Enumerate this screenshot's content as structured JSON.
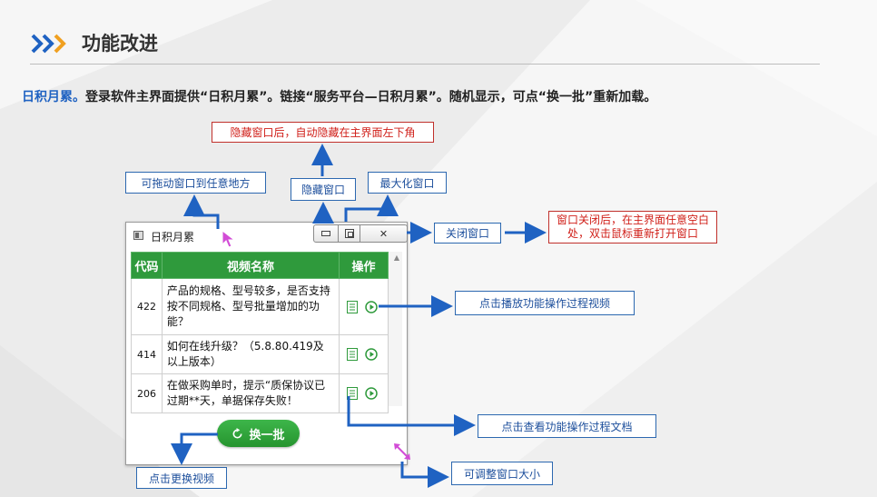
{
  "header": {
    "title": "功能改进",
    "chevron_icon": "double-chevron-right-icon",
    "accent_color": "#1f62c2"
  },
  "intro": {
    "lead": "日积月累。",
    "text": "登录软件主界面提供“日积月累”。链接“服务平台—日积月累”。随机显示，可点“换一批”重新加载。"
  },
  "callouts": {
    "hide_auto": "隐藏窗口后，自动隐藏在主界面左下角",
    "drag": "可拖动窗口到任意地方",
    "hide": "隐藏窗口",
    "maximize": "最大化窗口",
    "close": "关闭窗口",
    "reopen": "窗口关闭后，在主界面任意空白处，双击鼠标重新打开窗口",
    "play": "点击播放功能操作过程视频",
    "doc": "点击查看功能操作过程文档",
    "refresh": "点击更换视频",
    "resize": "可调整窗口大小"
  },
  "window": {
    "title": "日积月累",
    "columns": [
      "代码",
      "视频名称",
      "操作"
    ],
    "rows": [
      {
        "code": "422",
        "name": "产品的规格、型号较多，是否支持按不同规格、型号批量增加的功能？"
      },
      {
        "code": "414",
        "name": "如何在线升级？（5.8.80.419及以上版本）"
      },
      {
        "code": "206",
        "name": "在做采购单时，提示“质保协议已过期**天，单据保存失败！"
      }
    ],
    "refresh_label": "换一批",
    "header_color": "#2f9a3c"
  }
}
